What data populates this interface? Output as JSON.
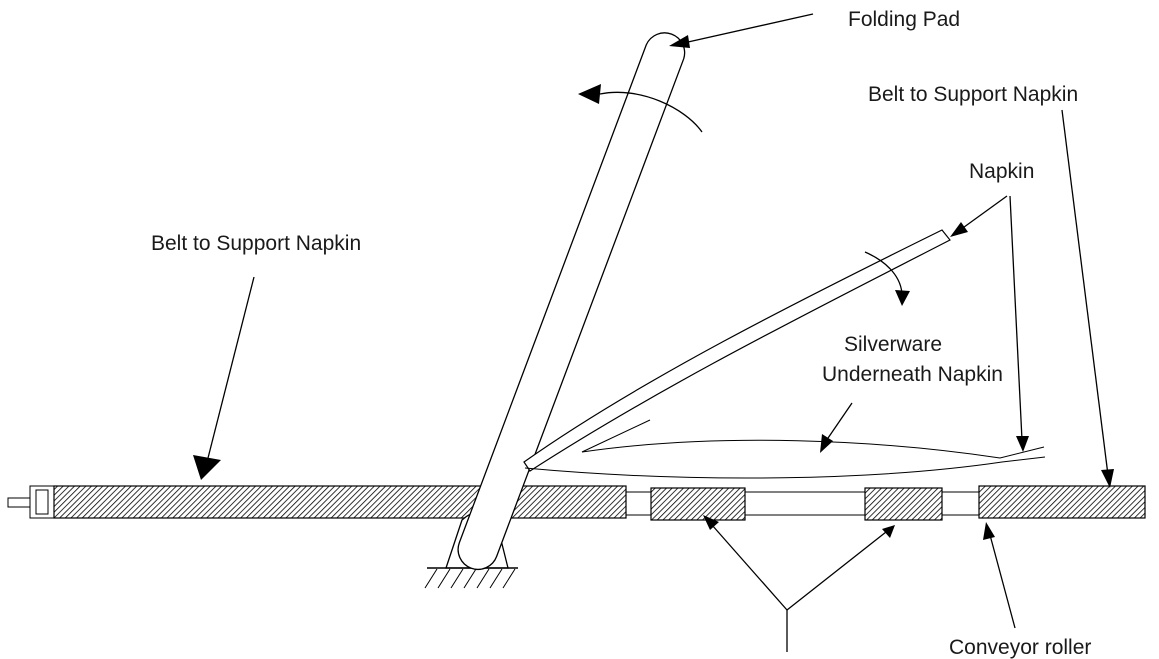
{
  "labels": {
    "folding_pad": "Folding Pad",
    "belt_right": "Belt to Support Napkin",
    "belt_left": "Belt to Support Napkin",
    "napkin": "Napkin",
    "silverware_line1": "Silverware",
    "silverware_line2": "Underneath Napkin",
    "conveyor_roller": "Conveyor roller"
  }
}
